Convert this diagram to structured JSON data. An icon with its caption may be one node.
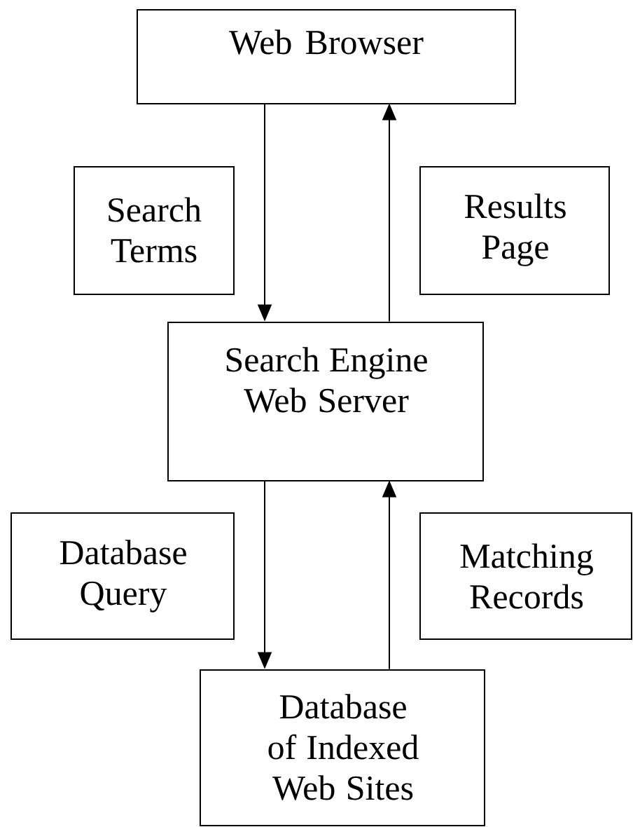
{
  "diagram": {
    "nodes": [
      {
        "text": [
          "Web Browser"
        ]
      },
      {
        "text": [
          "Search Terms"
        ]
      },
      {
        "text": [
          "Results Page"
        ]
      },
      {
        "text": [
          "Search Engine Web Server"
        ]
      },
      {
        "text": [
          "Database Query"
        ]
      },
      {
        "text": [
          "Matching Records"
        ]
      },
      {
        "text": [
          "Database of Indexed Web Sites"
        ]
      }
    ],
    "edges": [
      {
        "from": 0,
        "to": 3,
        "arrow": "to"
      },
      {
        "from": 3,
        "to": 0,
        "arrow": "to"
      },
      {
        "from": 3,
        "to": 6,
        "arrow": "to"
      },
      {
        "from": 6,
        "to": 3,
        "arrow": "to"
      }
    ]
  }
}
